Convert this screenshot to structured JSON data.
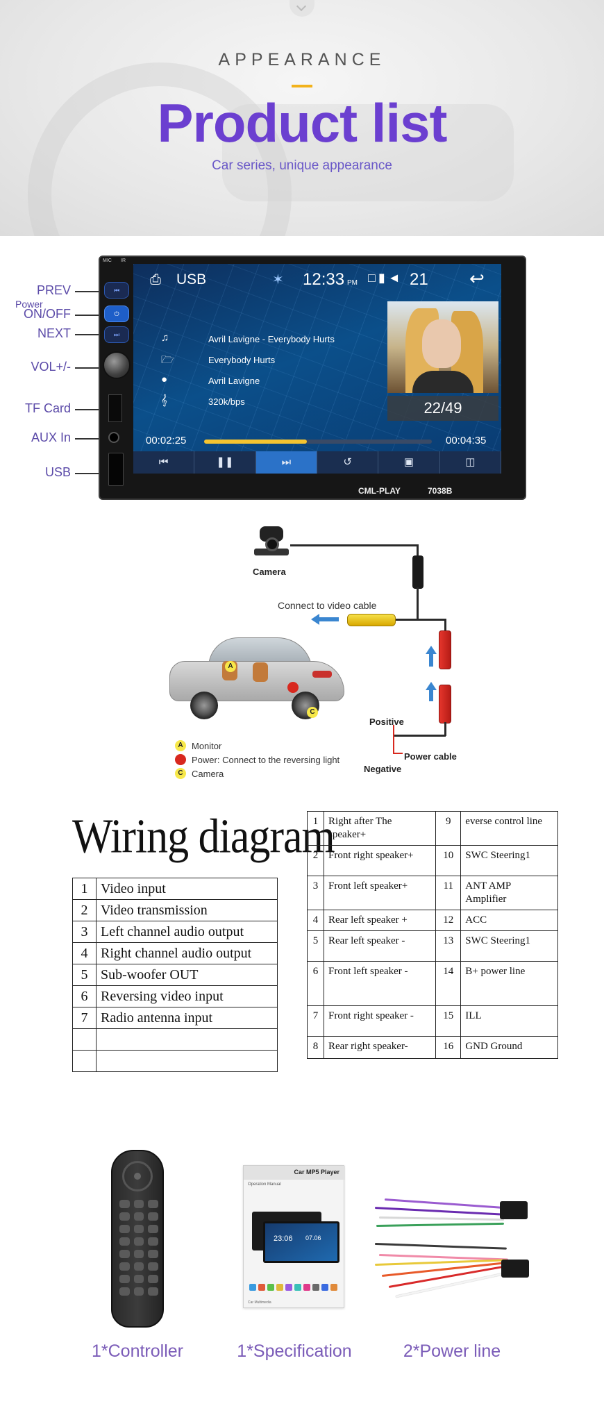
{
  "hero": {
    "kicker": "APPEARANCE",
    "title": "Product list",
    "subtitle": "Car series, unique appearance"
  },
  "unit_labels": {
    "prev": "PREV",
    "power_top": "Power",
    "power_bottom": "ON/OFF",
    "next": "NEXT",
    "vol": "VOL+/-",
    "tf": "TF Card",
    "aux": "AUX In",
    "usb": "USB"
  },
  "device": {
    "mic": "MIC",
    "ir": "IR",
    "brand": "CML-PLAY",
    "model": "7038B",
    "screen": {
      "source": "USB",
      "time": "12:33",
      "ampm": "PM",
      "volume": "21",
      "track_title": "Avril Lavigne - Everybody Hurts",
      "album": "Everybody Hurts",
      "artist": "Avril Lavigne",
      "bitrate": "320k/bps",
      "counter": "22/49",
      "elapsed": "00:02:25",
      "total": "00:04:35",
      "progress": 0.45
    }
  },
  "camera_diagram": {
    "camera_label": "Camera",
    "connect_label": "Connect  to video cable",
    "positive": "Positive",
    "power_cable": "Power cable",
    "negative": "Negative",
    "legend": [
      {
        "badge": "A",
        "text": "Monitor",
        "color": "#f7e84a"
      },
      {
        "badge": "",
        "text": "Power: Connect to the reversing light",
        "color": "#d8281e"
      },
      {
        "badge": "C",
        "text": "Camera",
        "color": "#f7e84a"
      }
    ]
  },
  "wiring": {
    "title": "Wiring diagram",
    "left_rows": [
      {
        "n": "1",
        "text": "Video input"
      },
      {
        "n": "2",
        "text": "Video transmission"
      },
      {
        "n": "3",
        "text": "Left channel audio output"
      },
      {
        "n": "4",
        "text": "Right channel audio output"
      },
      {
        "n": "5",
        "text": "Sub-woofer OUT"
      },
      {
        "n": "6",
        "text": "Reversing video input"
      },
      {
        "n": "7",
        "text": "Radio antenna input"
      },
      {
        "n": "",
        "text": ""
      },
      {
        "n": "",
        "text": ""
      }
    ],
    "right_rows": [
      {
        "n1": "1",
        "t1": "Right after The speaker+",
        "n2": "9",
        "t2": "everse control line"
      },
      {
        "n1": "2",
        "t1": "Front right speaker+",
        "n2": "10",
        "t2": "SWC Steering1"
      },
      {
        "n1": "3",
        "t1": "Front left speaker+",
        "n2": "11",
        "t2": "ANT AMP Amplifier"
      },
      {
        "n1": "4",
        "t1": "Rear left speaker +",
        "n2": "12",
        "t2": "ACC"
      },
      {
        "n1": "5",
        "t1": "Rear left speaker -",
        "n2": "13",
        "t2": "SWC Steering1"
      },
      {
        "n1": "6",
        "t1": "Front left speaker -",
        "n2": "14",
        "t2": "B+ power line"
      },
      {
        "n1": "7",
        "t1": "Front right speaker -",
        "n2": "15",
        "t2": "ILL"
      },
      {
        "n1": "8",
        "t1": "Rear right speaker-",
        "n2": "16",
        "t2": "GND Ground"
      }
    ]
  },
  "accessories": {
    "manual_title": "Car MP5 Player",
    "manual_subtitle": "Operation Manual",
    "manual_time": "23:06",
    "manual_date": "07.06",
    "manual_footer": "Car Multimedia",
    "items": [
      {
        "label": "1*Controller"
      },
      {
        "label": "1*Specification"
      },
      {
        "label": "2*Power line"
      }
    ]
  },
  "colors": {
    "title_purple": "#6b3fd0",
    "label_purple": "#5b4aa8",
    "accent_yellow": "#f2b21b",
    "screen_blue": "#0b4f8a"
  }
}
